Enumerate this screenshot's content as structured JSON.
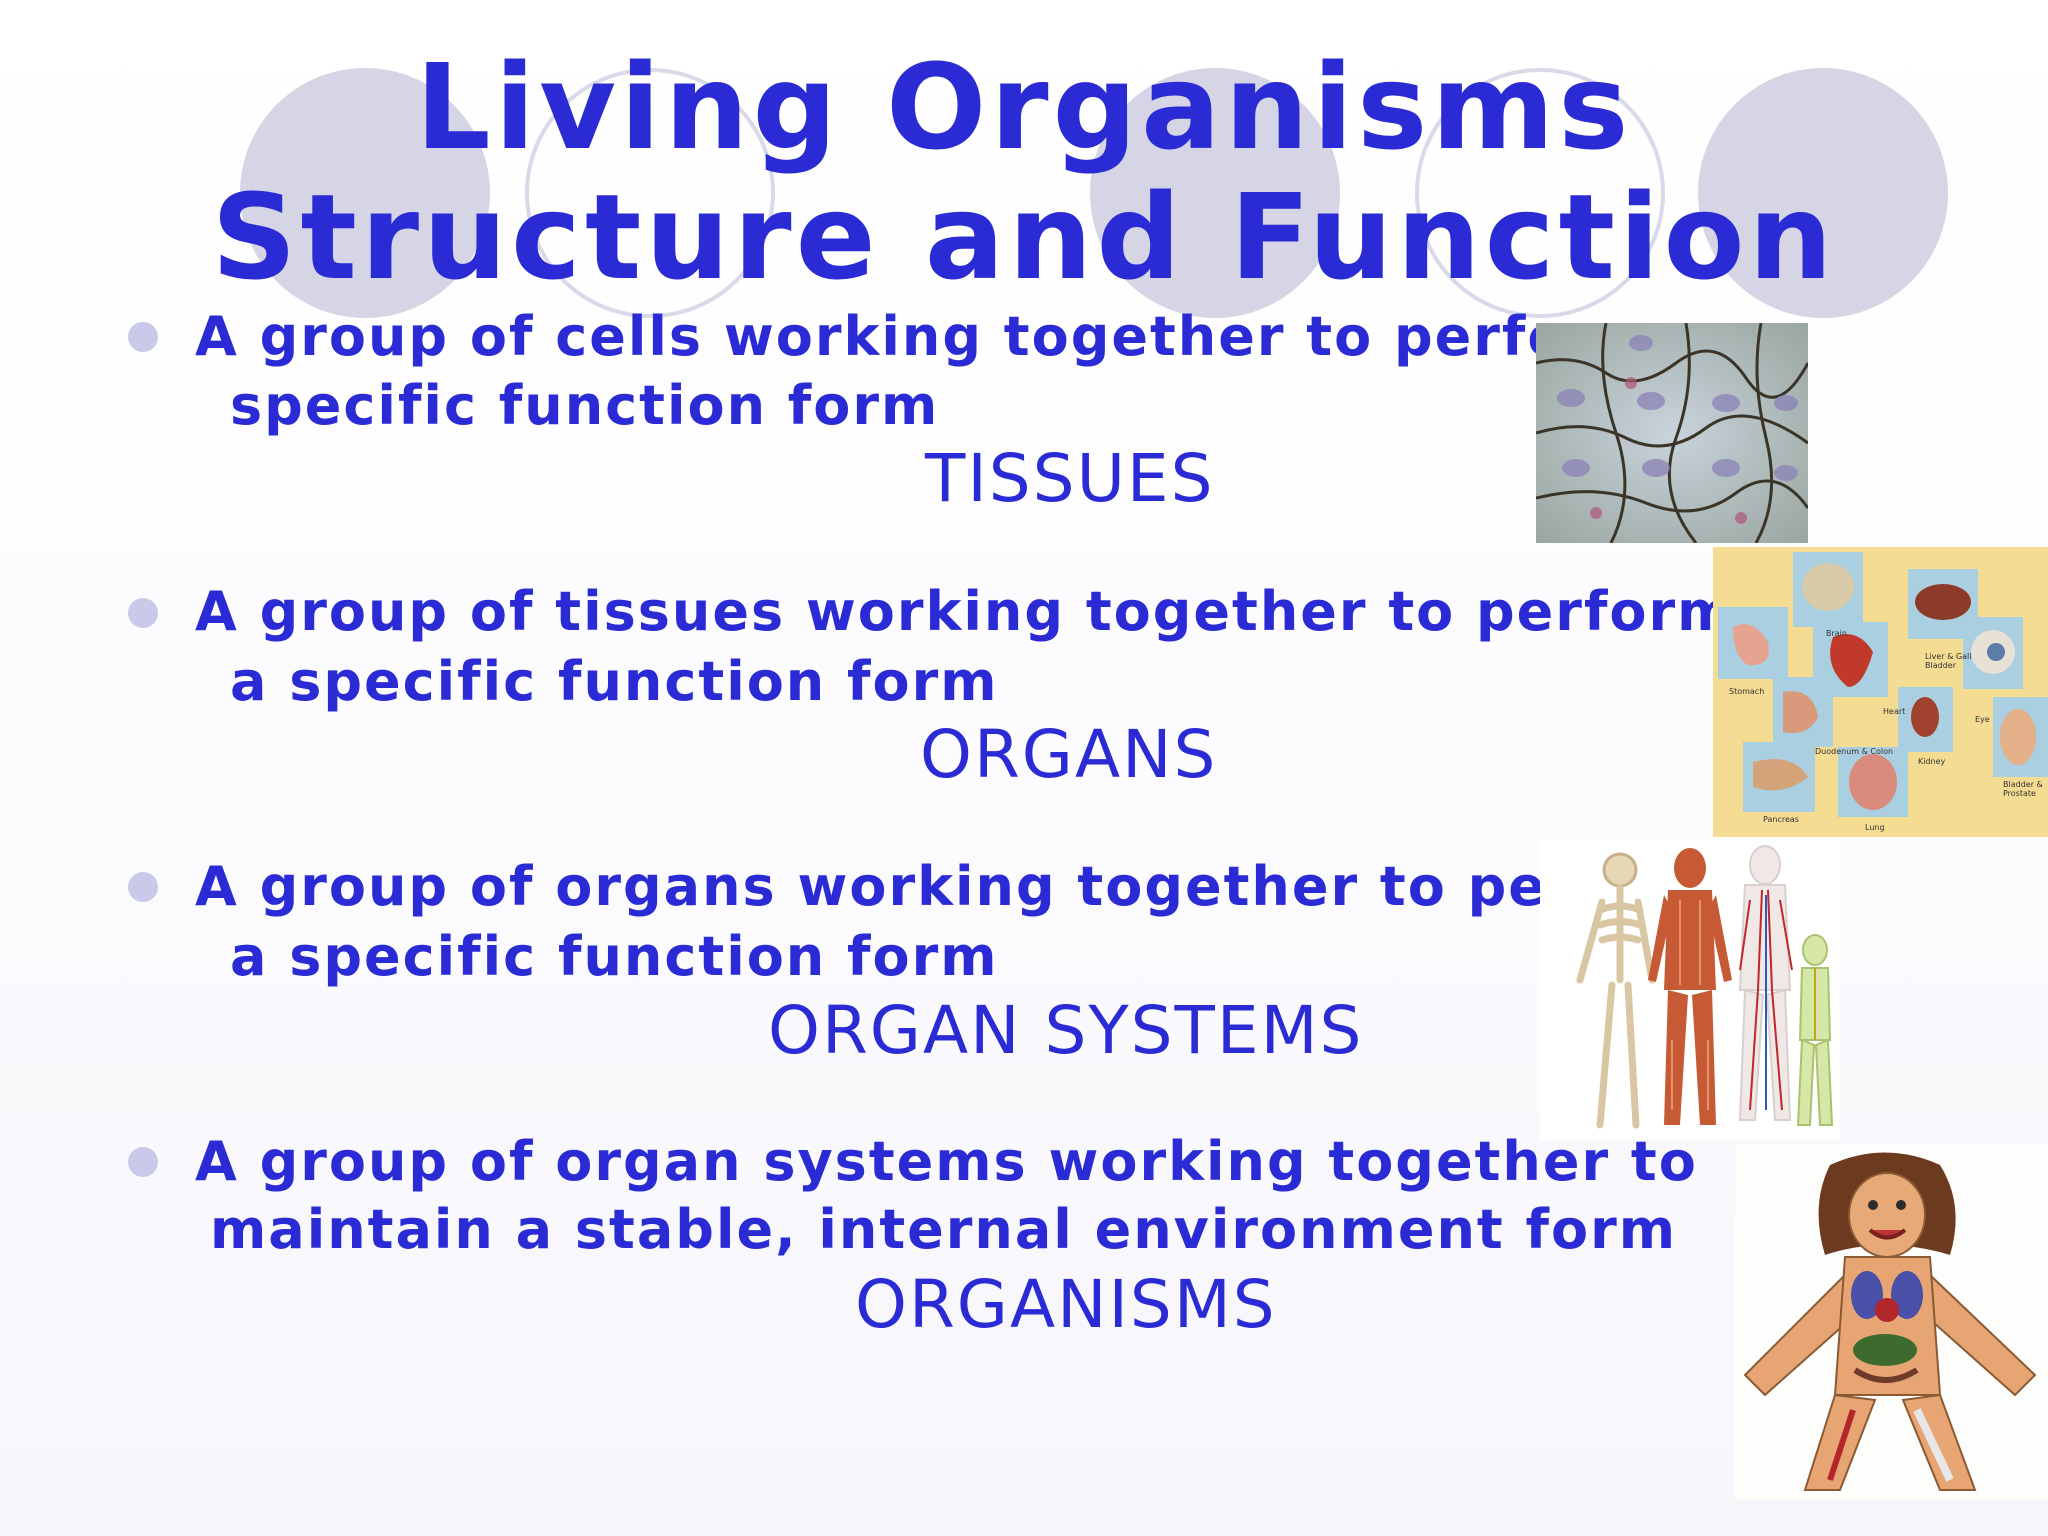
{
  "slide": {
    "title_line1": "Living Organisms",
    "title_line2": "Structure and Function",
    "items": [
      {
        "line1": "A group of cells working together to perform a",
        "line2": "specific function form",
        "term": "TISSUES"
      },
      {
        "line1": "A group of tissues working together to perform",
        "line2": "a specific function form",
        "term": "ORGANS"
      },
      {
        "line1": "A group of organs working together to perform",
        "line2": "a specific function form",
        "term": "ORGAN SYSTEMS"
      },
      {
        "line1": "A group of organ systems working together to",
        "line2": "maintain a stable, internal environment form",
        "term": "ORGANISMS"
      }
    ],
    "image_labels": {
      "brain": "Brain",
      "liver": "Liver & Gall Bladder",
      "stomach": "Stomach",
      "heart": "Heart",
      "eye": "Eye",
      "duodenum": "Duodenum & Colon",
      "kidney": "Kidney",
      "bladder": "Bladder & Prostate",
      "pancreas": "Pancreas",
      "lung": "Lung"
    }
  },
  "colors": {
    "text": "#2b2bd6",
    "circle": "#d5d5e6",
    "bullet": "#c9c9ea"
  }
}
